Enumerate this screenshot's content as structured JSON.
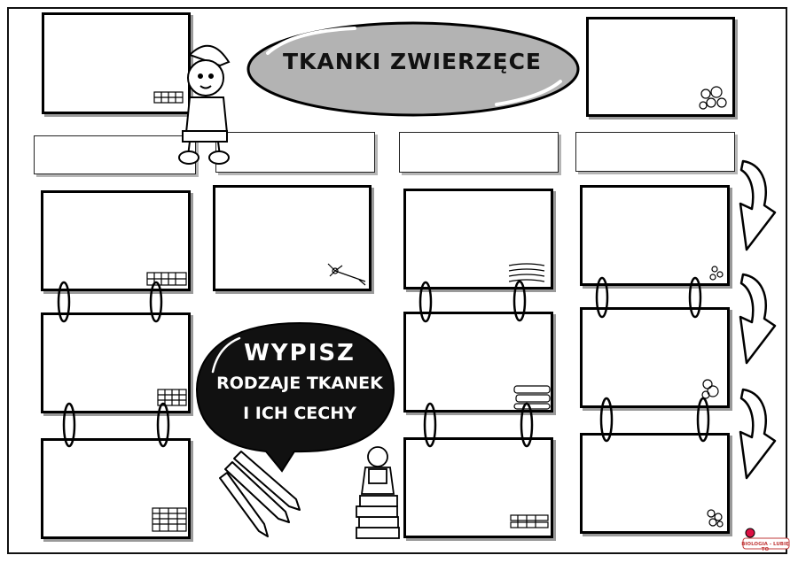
{
  "title": "TKANKI ZWIERZĘCE",
  "bubble": {
    "line1": "WYPISZ",
    "line2": "RODZAJE TKANEK",
    "line3": "I ICH CECHY"
  },
  "logo": "BIOLOGIA - LUBIĘ TO",
  "colors": {
    "title_oval": "#b3b3b3",
    "bubble": "#111111",
    "outline": "#000000"
  },
  "icons": [
    "boy-character",
    "epithelial-tissue-icon",
    "blood-cells-icon",
    "nerve-cell-icon",
    "muscle-fibers-icon",
    "connective-tissue-icon",
    "pencils",
    "girl-reading-books",
    "curved-arrow-icon"
  ]
}
